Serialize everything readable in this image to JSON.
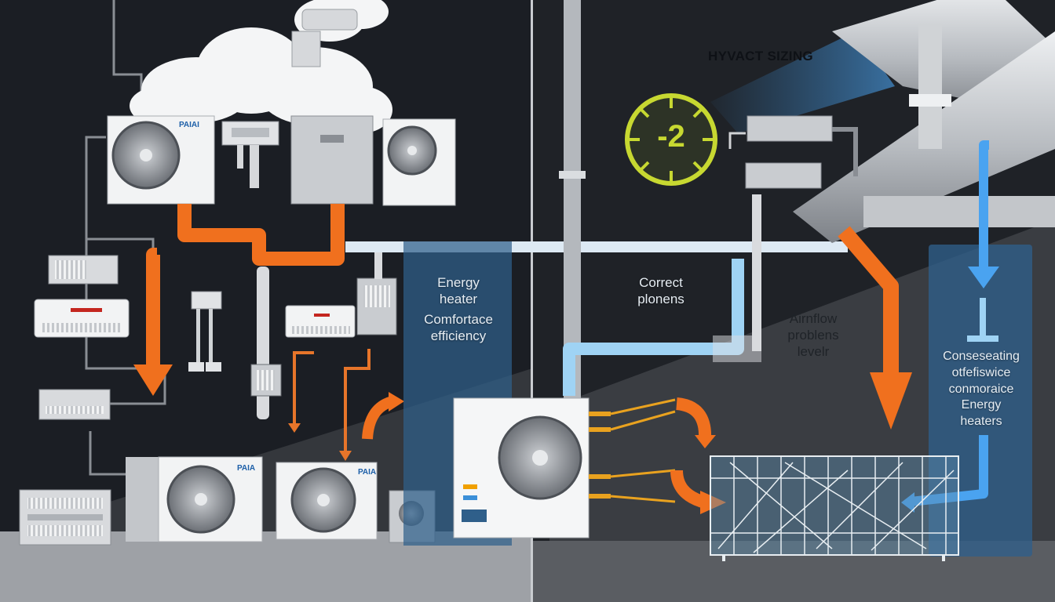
{
  "diagram": {
    "title": "HYVACT SIZING",
    "gauge_value": "-2",
    "labels": {
      "energy_heater": [
        "Energy",
        "heater"
      ],
      "comfort_efficiency": [
        "Comfortace",
        "efficiency"
      ],
      "correct_problems": [
        "Correct",
        "plonens"
      ],
      "airflow_problems": [
        "Airnflow",
        "problens",
        "levelr"
      ],
      "conserving": [
        "Conseseating",
        "otfefiswice",
        "conmoraice"
      ],
      "energy_heaters": [
        "Energy",
        "heaters"
      ]
    },
    "brand_marks": [
      "PAIAI",
      "PAIA",
      "PAIA"
    ],
    "colors": {
      "background_dark": "#1b1e24",
      "background_right": "#2a2d33",
      "floor_left": "#9ea1a6",
      "floor_right": "#5a5d62",
      "hot_pipe": "#f0701e",
      "cold_pipe": "#9fd3f4",
      "cold_arrow": "#4aa3f0",
      "blue_panel": "#2f5f8a",
      "gauge": "#c7d831",
      "unit_white": "#f2f3f4",
      "unit_grey": "#c9ccd0"
    },
    "icons": [
      "cloud-icon",
      "fan-icon",
      "gauge-icon",
      "duct-icon",
      "radiator-grid-icon",
      "arrow-icon"
    ]
  }
}
